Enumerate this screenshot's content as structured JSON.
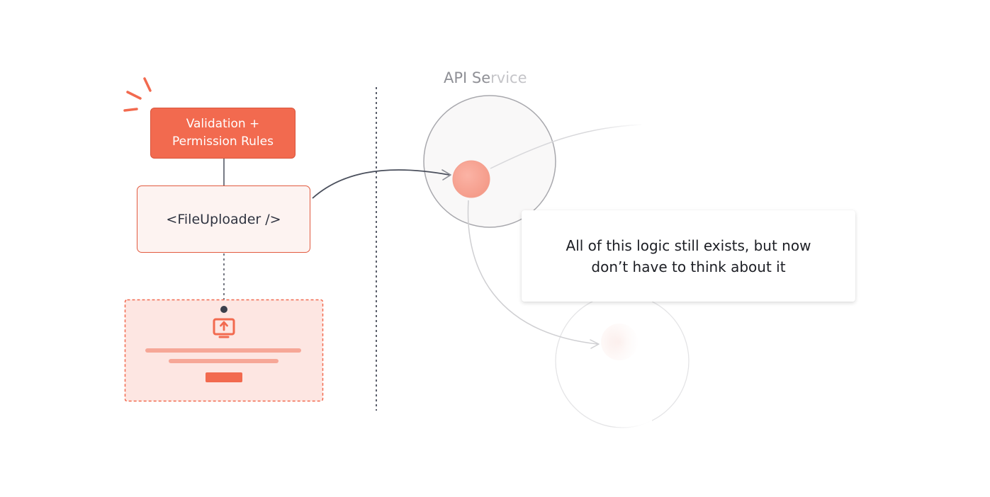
{
  "diagram": {
    "validation_box": {
      "line1": "Validation +",
      "line2": "Permission Rules"
    },
    "uploader_box": {
      "label": "<FileUploader />"
    },
    "api_title": {
      "part1": "API Se",
      "part2": "rvice"
    },
    "note": {
      "line1": "All of this logic still exists, but now",
      "line2": "don’t have to think about it"
    },
    "icons": {
      "sparkle": "sparkle-lines-icon",
      "upload": "upload-monitor-icon"
    },
    "colors": {
      "accent": "#f26a4f",
      "accent_border": "#d8553c",
      "uploader_fill": "#fdf3f1",
      "preview_fill": "#fde6e2",
      "preview_bar": "#f6a797",
      "connector": "#4a4f5c",
      "node_fill": "#f8a08f",
      "faded_line": "#d6d6d9"
    }
  }
}
